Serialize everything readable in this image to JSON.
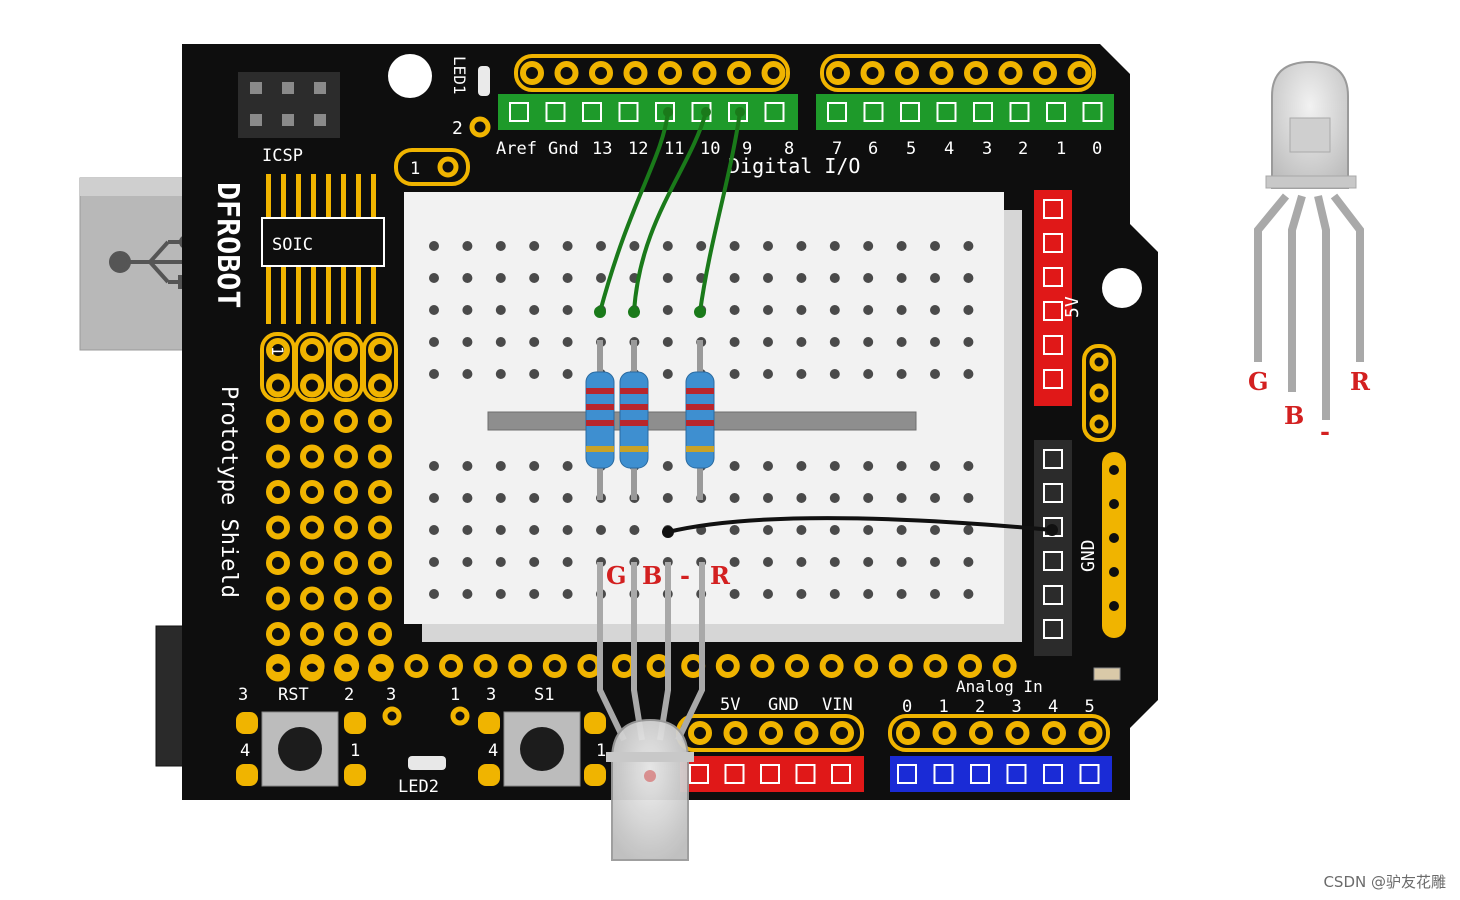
{
  "board": {
    "brand": "DFROBOT",
    "name": "Prototype Shield",
    "icsp_label": "ICSP",
    "soic_label": "SOIC",
    "led1_label": "LED1",
    "led2_label": "LED2",
    "rst_label": "RST",
    "s1_label": "S1",
    "digital_label": "Digital I/O",
    "analog_label": "Analog In",
    "pin1_label": "1",
    "pin2_label": "2",
    "v5_side_label": "5V",
    "gnd_side_label": "GND",
    "power_labels": [
      "5V",
      "GND",
      "VIN"
    ],
    "digital_pins": [
      "Aref",
      "Gnd",
      "13",
      "12",
      "11",
      "10",
      "9",
      "8",
      "7",
      "6",
      "5",
      "4",
      "3",
      "2",
      "1",
      "0"
    ],
    "analog_pins": [
      "0",
      "1",
      "2",
      "3",
      "4",
      "5"
    ],
    "button_pin_labels": [
      "3",
      "2",
      "4",
      "1",
      "3",
      "1",
      "3",
      "4",
      "1"
    ]
  },
  "breadboard_leads": [
    "G",
    "B",
    "-",
    "R"
  ],
  "led_detail_leads": [
    "G",
    "B",
    "-",
    "R"
  ],
  "colors": {
    "board": "#0e0e0e",
    "pad": "#f0b400",
    "header_green": "#1e9a2a",
    "header_red": "#e01818",
    "header_blue": "#1a2bd6",
    "wire_green": "#1a7a1a",
    "label_red": "#d32020"
  },
  "watermark": "CSDN @驴友花雕"
}
